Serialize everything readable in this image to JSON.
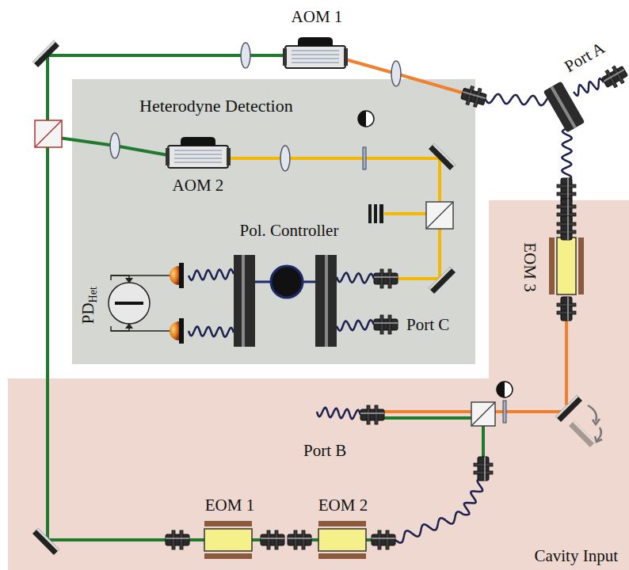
{
  "diagram": {
    "nodes": [
      {
        "text": [
          "AOM 1"
        ]
      },
      {
        "text": [
          "Heterodyne Detection"
        ]
      },
      {
        "text": [
          "AOM 2"
        ],
        "in": 1
      },
      {
        "text": [
          "Pol. Controller"
        ],
        "in": 1
      },
      {
        "text": [
          "PD",
          "Het"
        ],
        "in": 1
      },
      {
        "text": [
          "Cavity Input"
        ]
      },
      {
        "text": [
          "EOM 3"
        ],
        "in": 5
      },
      {
        "text": [
          "EOM 1"
        ],
        "in": 5
      },
      {
        "text": [
          "EOM 2"
        ],
        "in": 5
      }
    ],
    "edges": [
      {
        "from": 7,
        "to": 8,
        "arrow": "none"
      }
    ],
    "labels": [
      "Port A",
      "Port C",
      "Port B"
    ]
  }
}
